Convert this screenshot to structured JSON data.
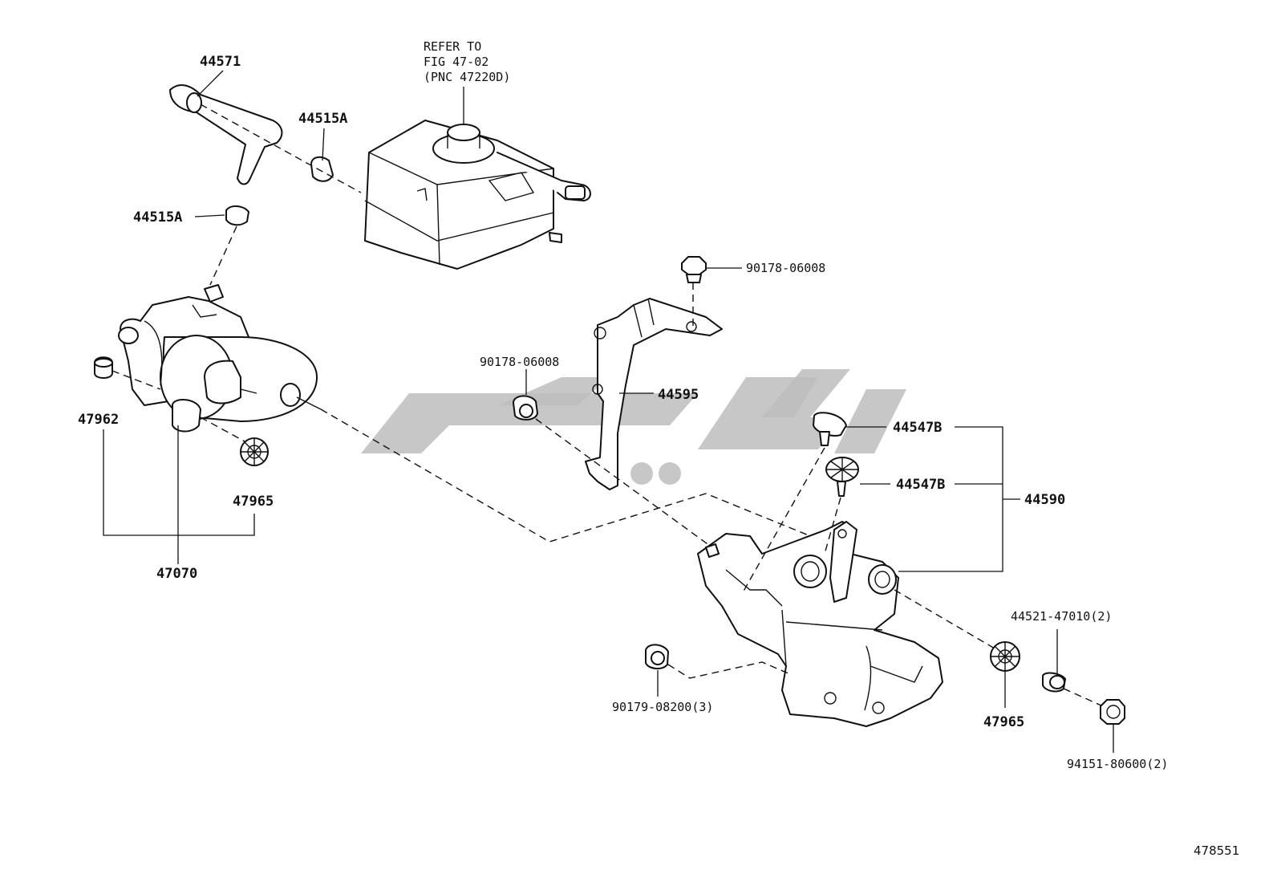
{
  "diagram": {
    "reference_note": [
      "REFER TO",
      "FIG 47-02",
      "(PNC 47220D)"
    ],
    "labels": {
      "l_44571": "44571",
      "l_44515a_top": "44515A",
      "l_44515a_left": "44515A",
      "l_90178_right": "90178-06008",
      "l_90178_mid": "90178-06008",
      "l_44595": "44595",
      "l_44547b_1": "44547B",
      "l_44547b_2": "44547B",
      "l_44590": "44590",
      "l_47962": "47962",
      "l_47965_left": "47965",
      "l_47070": "47070",
      "l_44521": "44521-47010(2)",
      "l_90179": "90179-08200(3)",
      "l_47965_right": "47965",
      "l_94151": "94151-80600(2)"
    },
    "figure_number": "478551"
  }
}
